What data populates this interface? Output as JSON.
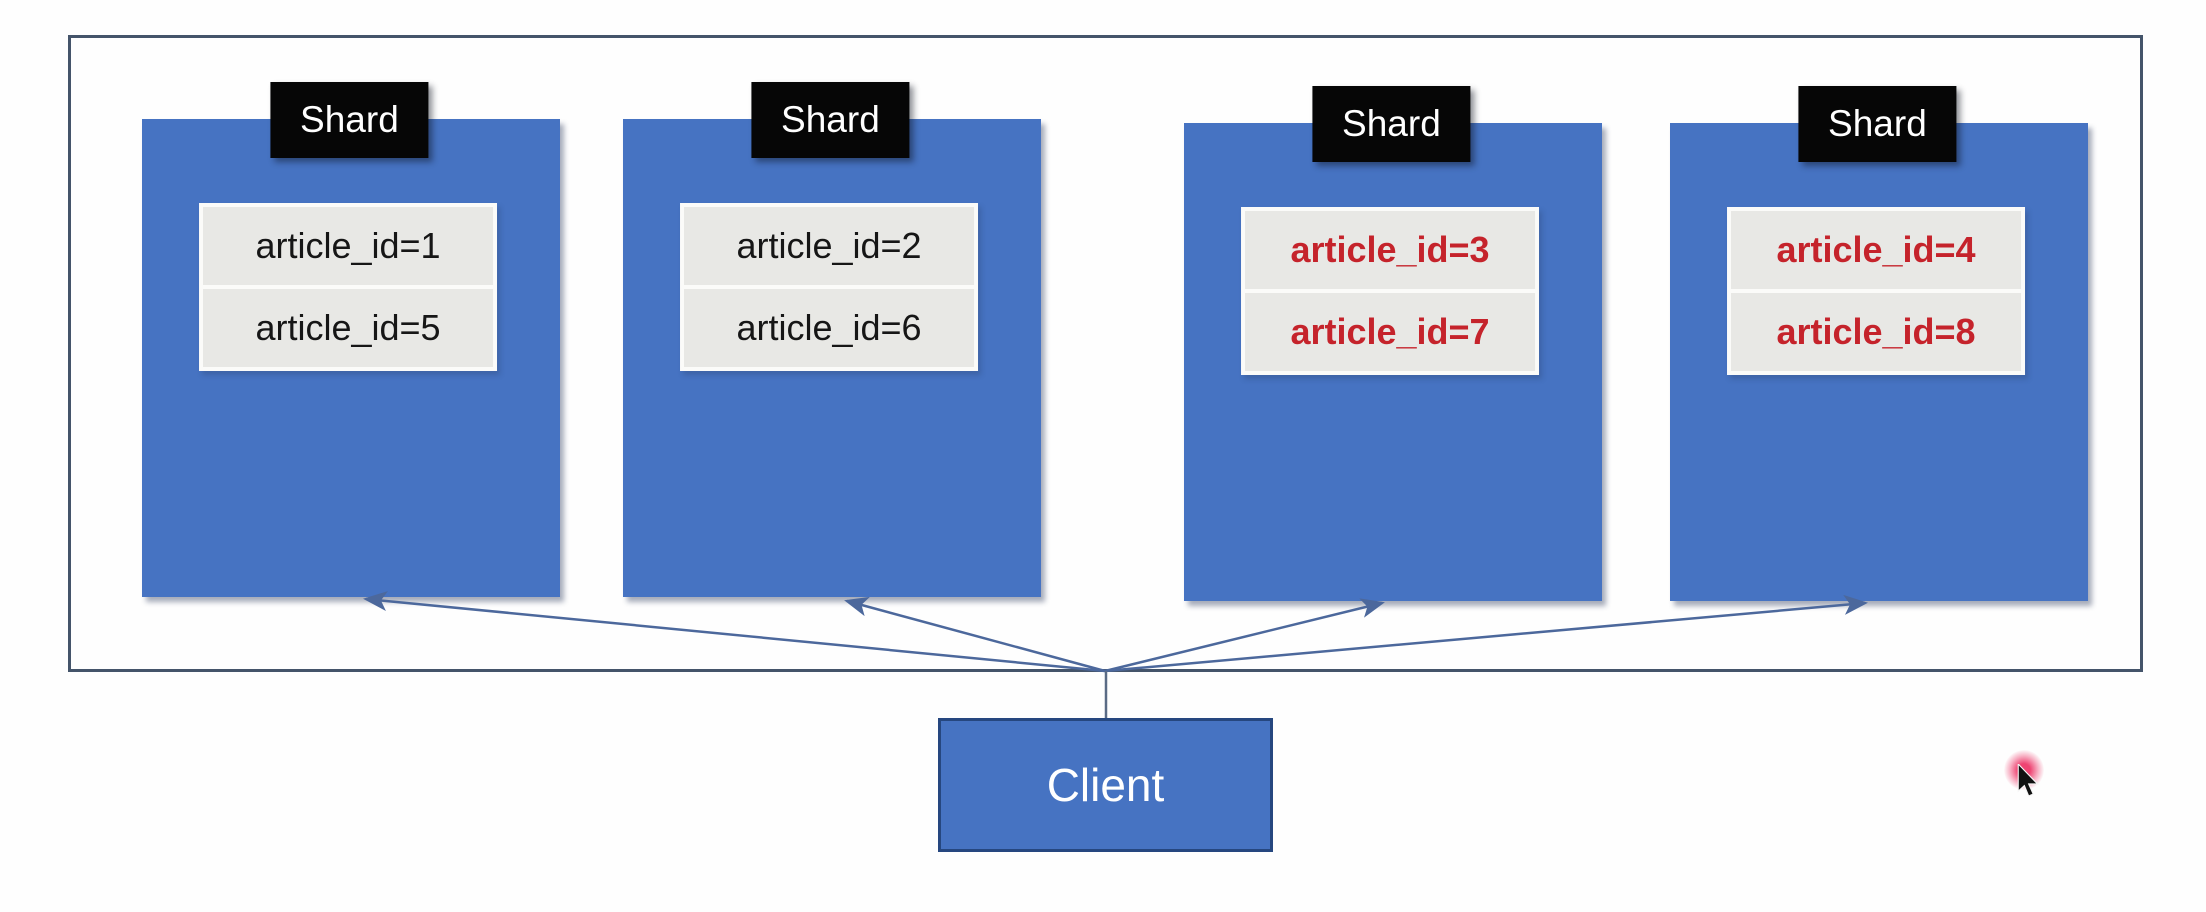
{
  "shards": [
    {
      "label": "Shard",
      "rows": [
        {
          "text": "article_id=1"
        },
        {
          "text": "article_id=5"
        }
      ],
      "highlight": false
    },
    {
      "label": "Shard",
      "rows": [
        {
          "text": "article_id=2"
        },
        {
          "text": "article_id=6"
        }
      ],
      "highlight": false
    },
    {
      "label": "Shard",
      "rows": [
        {
          "text": "article_id=3"
        },
        {
          "text": "article_id=7"
        }
      ],
      "highlight": true
    },
    {
      "label": "Shard",
      "rows": [
        {
          "text": "article_id=4"
        },
        {
          "text": "article_id=8"
        }
      ],
      "highlight": true
    }
  ],
  "client": {
    "label": "Client"
  },
  "cursor": {
    "icon": "pointer-cursor-icon"
  },
  "colors": {
    "shard_fill": "#4673c2",
    "shard_label_bg": "#060606",
    "shard_label_text": "#ffffff",
    "row_bg": "#e8e8e5",
    "row_text": "#161616",
    "row_text_highlight": "#c5232b",
    "line_color": "#4c689c",
    "frame_color": "#44546a",
    "connector_gray": "#5a6b85",
    "client_fill": "#4673c2",
    "client_border": "#26477f",
    "client_text": "#ffffff"
  }
}
